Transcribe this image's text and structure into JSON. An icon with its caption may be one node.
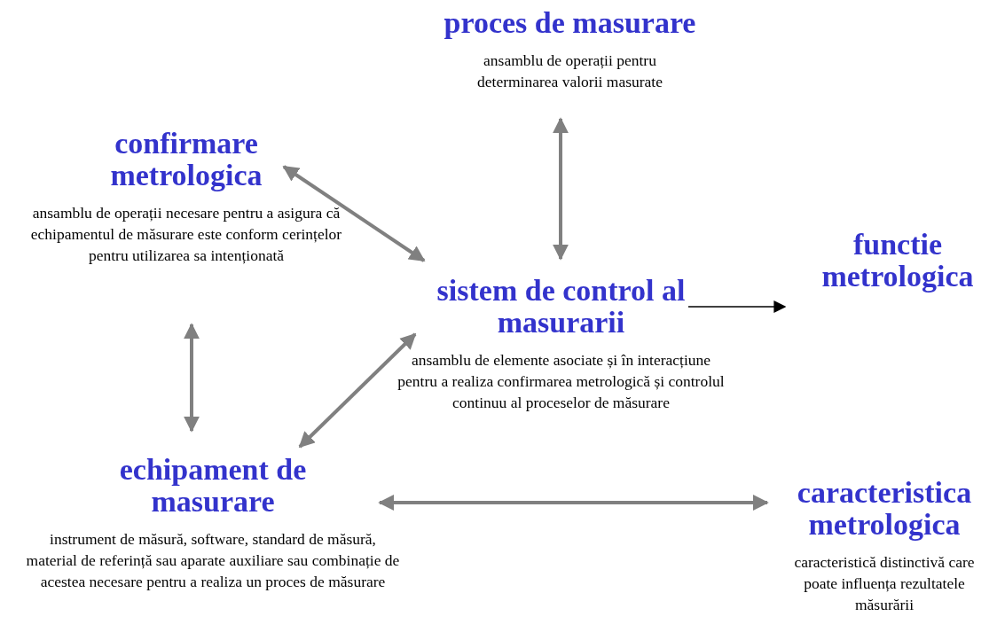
{
  "diagram": {
    "nodes": [
      {
        "text": [
          "proces de masurare",
          "ansamblu de operații pentru determinarea valorii masurate"
        ]
      },
      {
        "text": [
          "confirmare metrologica",
          "ansamblu de operații necesare pentru a asigura că echipamentul de măsurare este conform cerințelor pentru utilizarea sa intenționată"
        ]
      },
      {
        "text": [
          "sistem de control al masurarii",
          "ansamblu de elemente asociate și în interacțiune pentru a realiza confirmarea metrologică și controlul continuu al proceselor de măsurare"
        ]
      },
      {
        "text": [
          "functie metrologica"
        ]
      },
      {
        "text": [
          "echipament de masurare",
          "instrument de măsură, software, standard de măsură, material de referință sau aparate auxiliare sau combinație de acestea necesare pentru a realiza un proces de măsurare"
        ]
      },
      {
        "text": [
          "caracteristica metrologica",
          "caracteristică distinctivă care poate influența rezultatele măsurării"
        ]
      }
    ],
    "edges": [
      {
        "from": 0,
        "to": 2,
        "arrow": "both"
      },
      {
        "from": 1,
        "to": 2,
        "arrow": "both"
      },
      {
        "from": 2,
        "to": 3,
        "arrow": "to",
        "color": "#000000"
      },
      {
        "from": 1,
        "to": 4,
        "arrow": "both"
      },
      {
        "from": 4,
        "to": 2,
        "arrow": "both"
      },
      {
        "from": 4,
        "to": 5,
        "arrow": "both"
      }
    ]
  }
}
